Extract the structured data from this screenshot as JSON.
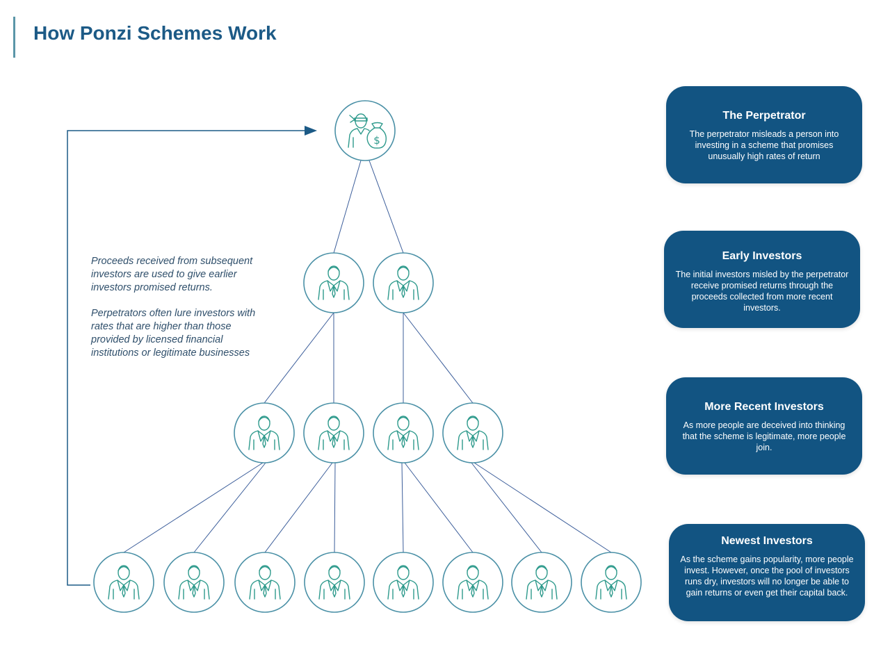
{
  "title": "How Ponzi Schemes Work",
  "notes": [
    "Proceeds received from subsequent investors are used to give earlier investors promised returns.",
    "Perpetrators often lure investors with rates that are higher than those provided by licensed financial institutions or legitimate businesses"
  ],
  "cards": [
    {
      "title": "The Perpetrator",
      "body": "The perpetrator misleads a person into investing in a scheme that promises unusually high rates of return"
    },
    {
      "title": "Early Investors",
      "body": "The initial investors misled by the perpetrator receive promised returns through the proceeds collected from more recent investors."
    },
    {
      "title": "More Recent Investors",
      "body": "As more people are deceived into thinking that the scheme is legitimate, more people join."
    },
    {
      "title": "Newest Investors",
      "body": "As the scheme gains popularity, more people invest. However, once the pool of investors runs dry, investors will no longer be able to gain returns or even get their capital back."
    }
  ],
  "colors": {
    "title": "#1c5a86",
    "card": "#125482",
    "line": "#3b5d9a",
    "node_stroke": "#4a90a6",
    "icon_stroke": "#2e9a8c",
    "arrow": "#1c5a86"
  },
  "icons": {
    "perpetrator": "masked-person-money-bag-icon",
    "investor": "businessman-icon"
  },
  "tree": {
    "levels": [
      1,
      2,
      4,
      8
    ]
  }
}
